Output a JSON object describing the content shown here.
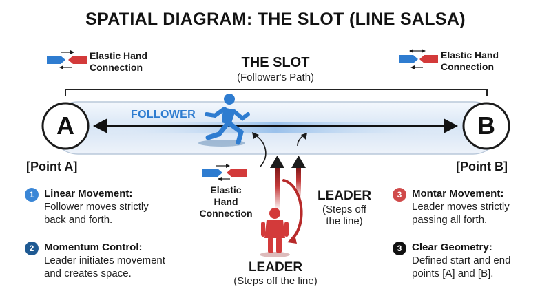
{
  "title": "SPATIAL DIAGRAM: THE SLOT (LINE SALSA)",
  "slot": {
    "title": "THE SLOT",
    "subtitle": "(Follower's Path)"
  },
  "follower_label": "FOLLOWER",
  "points": {
    "a": {
      "letter": "A",
      "label": "[Point A]"
    },
    "b": {
      "letter": "B",
      "label": "[Point B]"
    }
  },
  "hand_connections": {
    "top_left": [
      "Elastic Hand",
      "Connection"
    ],
    "top_right": [
      "Elastic Hand",
      "Connection"
    ],
    "center": [
      "Elastic Hand",
      "Connection"
    ]
  },
  "leader_side": {
    "title": "LEADER",
    "sub": [
      "(Steps off",
      "the line)"
    ]
  },
  "leader_bottom": {
    "title": "LEADER",
    "sub": "(Steps off the line)"
  },
  "notes": {
    "left": [
      {
        "num": "1",
        "title": "Linear Movement:",
        "body": [
          "Follower moves strictly",
          "back and forth."
        ]
      },
      {
        "num": "2",
        "title": "Momentum Control:",
        "body": [
          "Leader initiates movement",
          "and creates space."
        ]
      }
    ],
    "right": [
      {
        "num": "3",
        "title": "Montar Movement:",
        "body": [
          "Leader moves strictly",
          "passing all forth."
        ]
      },
      {
        "num": "3",
        "title": "Clear Geometry:",
        "body": [
          "Defined start and end",
          "points [A] and [B]."
        ]
      }
    ]
  },
  "colors": {
    "blue": "#2e7cd0",
    "red": "#d33a3a",
    "slot_fill": "#dbe7f5",
    "num_blue_1": "#3a86d6",
    "num_blue_2": "#1f5a93",
    "num_red": "#d04a4a",
    "num_black": "#111111"
  }
}
